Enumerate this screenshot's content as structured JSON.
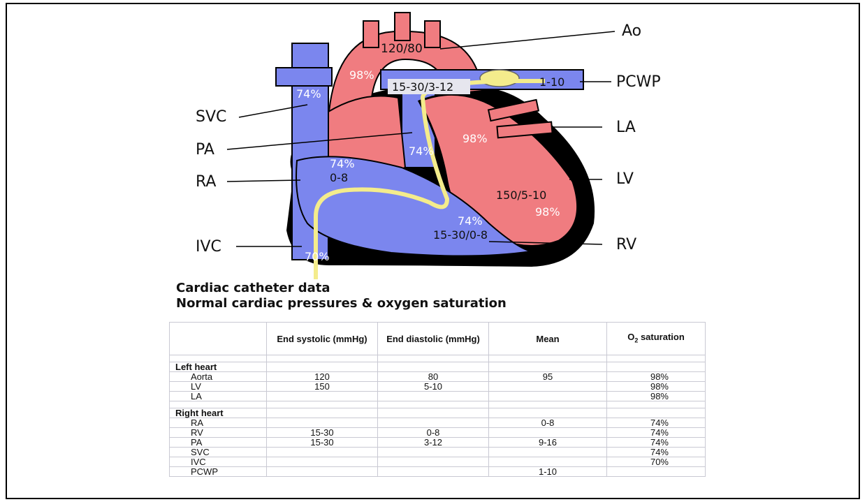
{
  "diagram": {
    "labels": {
      "ao": "Ao",
      "pcwp": "PCWP",
      "svc": "SVC",
      "pa": "PA",
      "ra": "RA",
      "la": "LA",
      "lv": "LV",
      "ivc": "IVC",
      "rv": "RV"
    },
    "values": {
      "aorta_pressure": "120/80",
      "aorta_sat": "98%",
      "pa_pressure": "15-30/3-12",
      "pcwp_pressure": "1-10",
      "svc_sat": "74%",
      "la_sat": "98%",
      "pa_sat": "74%",
      "ra_sat": "74%",
      "ra_pressure": "0-8",
      "lv_pressure": "150/5-10",
      "lv_sat": "98%",
      "rv_sat": "74%",
      "rv_pressure": "15-30/0-8",
      "ivc_sat": "70%"
    },
    "colors": {
      "left_heart": "#f07c80",
      "right_heart": "#7b86ee",
      "catheter": "#f4ec8c",
      "outline": "#000000"
    }
  },
  "caption": {
    "line1": "Cardiac catheter data",
    "line2": "Normal cardiac pressures & oxygen saturation"
  },
  "table": {
    "headers": {
      "col1": "End systolic (mmHg)",
      "col2": "End diastolic (mmHg)",
      "col3": "Mean",
      "col4_prefix": "O",
      "col4_sub": "2",
      "col4_suffix": " saturation"
    },
    "sections": {
      "left": "Left heart",
      "right": "Right heart"
    },
    "left_rows": [
      {
        "name": "Aorta",
        "sys": "120",
        "dia": "80",
        "mean": "95",
        "sat": "98%"
      },
      {
        "name": "LV",
        "sys": "150",
        "dia": "5-10",
        "mean": "",
        "sat": "98%"
      },
      {
        "name": "LA",
        "sys": "",
        "dia": "",
        "mean": "",
        "sat": "98%"
      }
    ],
    "right_rows": [
      {
        "name": "RA",
        "sys": "",
        "dia": "",
        "mean": "0-8",
        "sat": "74%"
      },
      {
        "name": "RV",
        "sys": "15-30",
        "dia": "0-8",
        "mean": "",
        "sat": "74%"
      },
      {
        "name": "PA",
        "sys": "15-30",
        "dia": "3-12",
        "mean": "9-16",
        "sat": "74%"
      },
      {
        "name": "SVC",
        "sys": "",
        "dia": "",
        "mean": "",
        "sat": "74%"
      },
      {
        "name": "IVC",
        "sys": "",
        "dia": "",
        "mean": "",
        "sat": "70%"
      },
      {
        "name": "PCWP",
        "sys": "",
        "dia": "",
        "mean": "1-10",
        "sat": ""
      }
    ]
  }
}
